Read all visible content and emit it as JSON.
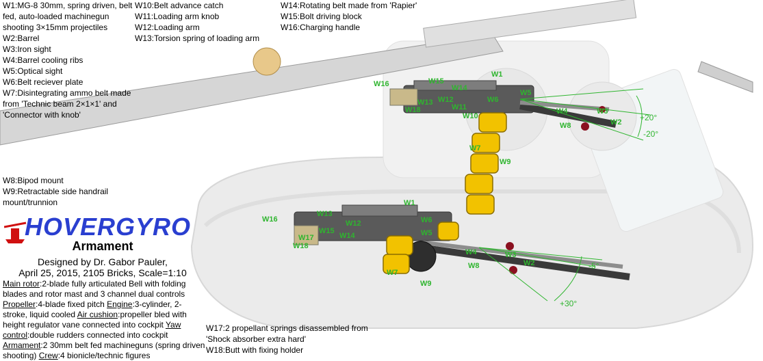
{
  "title": "HOVERGYRO",
  "subtitle": "Armament",
  "credits": [
    "Designed by Dr. Gabor Pauler,",
    "April 25, 2015, 2105 Bricks, Scale=1:10"
  ],
  "legend_left": "W1:MG-8 30mm, spring driven, belt fed, auto-loaded machinegun shooting 3×15mm projectiles\nW2:Barrel\nW3:Iron sight\nW4:Barrel cooling ribs\nW5:Optical sight\nW6:Belt reciever plate\nW7:Disintegrating ammo belt made from 'Technic beam 2×1×1' and 'Connector with knob'",
  "legend_left2": "W8:Bipod mount\nW9:Retractable side handrail mount/trunnion",
  "legend_mid": "W10:Belt advance catch\nW11:Loading arm knob\nW12:Loading arm\nW13:Torsion spring of loading arm",
  "legend_right": "W14:Rotating belt made from 'Rapier'\nW15:Bolt driving block\nW16:Charging handle",
  "legend_bottom": "W17:2 propellant springs disassembled from 'Shock absorber extra hard'\nW18:Butt with fixing holder",
  "description": [
    {
      "key": "Main rotor",
      "text": ":2-blade fully articulated Bell with folding blades and rotor mast and 3 channel dual controls "
    },
    {
      "key": "Propeller",
      "text": ":4-blade fixed pitch "
    },
    {
      "key": "Engine",
      "text": ":3-cylinder, 2-stroke, liquid cooled "
    },
    {
      "key": "Air cushion",
      "text": ":propeller bled with height regulator vane connected into cockpit "
    },
    {
      "key": "Yaw control",
      "text": ":double rudders connected into cockpit "
    },
    {
      "key": "Armament",
      "text": ":2 30mm belt fed machineguns (spring driven shooting) "
    },
    {
      "key": "Crew",
      "text": ":4 bionicle/technic figures"
    }
  ],
  "top_gun_labels": [
    "W1",
    "W16",
    "W15",
    "W14",
    "W5",
    "W6",
    "W13",
    "W12",
    "W11",
    "W10",
    "W18",
    "W4",
    "W3",
    "W8",
    "W2",
    "W7",
    "W9"
  ],
  "bottom_gun_labels": [
    "W1",
    "W16",
    "W13",
    "W12",
    "W6",
    "W15",
    "W14",
    "W5",
    "W17",
    "W18",
    "W4",
    "W3",
    "W8",
    "W2",
    "W7",
    "W9"
  ],
  "angles": [
    "+20°",
    "-20°",
    "-5°",
    "+30°"
  ],
  "colors": {
    "label": "#2fb52f",
    "logo": "#2a3fd0",
    "logo_icon": "#d01010",
    "ammo": "#f2c200"
  }
}
